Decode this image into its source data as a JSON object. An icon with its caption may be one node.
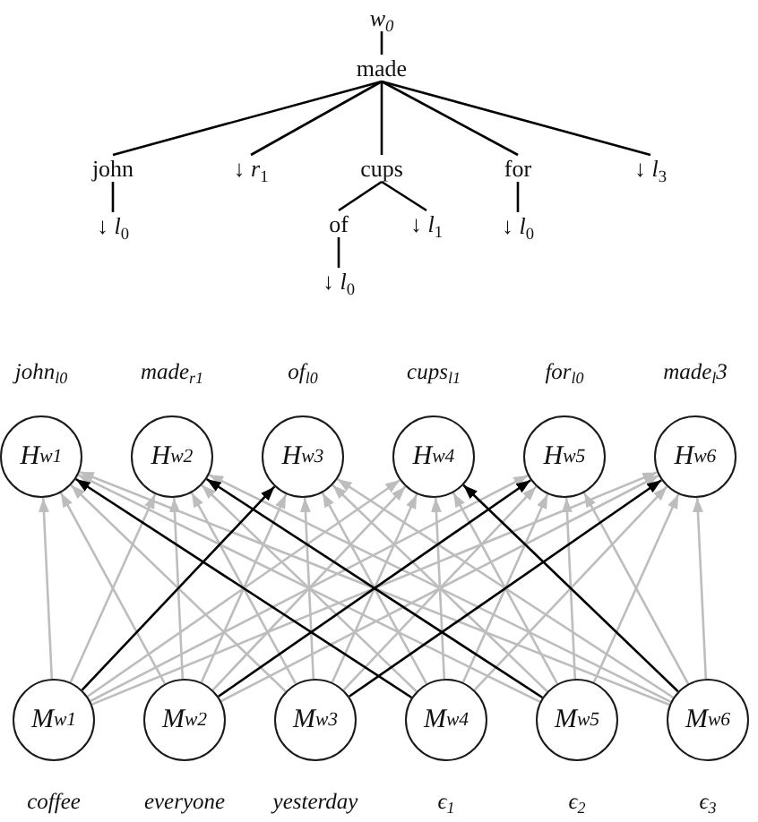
{
  "diagram": {
    "nodes": [
      {
        "text": [
          "w$_{0}$"
        ]
      },
      {
        "text": [
          "made"
        ]
      },
      {
        "text": [
          "john"
        ]
      },
      {
        "text": [
          "↓ *r*$_{1}$"
        ]
      },
      {
        "text": [
          "cups"
        ]
      },
      {
        "text": [
          "for"
        ]
      },
      {
        "text": [
          "↓ *l*$_{3}$"
        ]
      },
      {
        "text": [
          "↓ *l*$_{0}$"
        ]
      },
      {
        "text": [
          "of"
        ]
      },
      {
        "text": [
          "↓ *l*$_{1}$"
        ]
      },
      {
        "text": [
          "↓ *l*$_{0}$"
        ]
      },
      {
        "text": [
          "↓ *l*$_{0}$"
        ]
      },
      {
        "text": [
          "H$_{w1}$"
        ],
        "beside": [
          "john$_{l0}$"
        ]
      },
      {
        "text": [
          "H$_{w2}$"
        ],
        "beside": [
          "made$_{r1}$"
        ]
      },
      {
        "text": [
          "H$_{w3}$"
        ],
        "beside": [
          "of$_{l0}$"
        ]
      },
      {
        "text": [
          "H$_{w4}$"
        ],
        "beside": [
          "cups$_{l1}$"
        ]
      },
      {
        "text": [
          "H$_{w5}$"
        ],
        "beside": [
          "for$_{l0}$"
        ]
      },
      {
        "text": [
          "H$_{w6}$"
        ],
        "beside": [
          "made$_{l}$3"
        ]
      },
      {
        "text": [
          "M$_{w1}$"
        ],
        "beside": [
          "coffee"
        ]
      },
      {
        "text": [
          "M$_{w2}$"
        ],
        "beside": [
          "everyone"
        ]
      },
      {
        "text": [
          "M$_{w3}$"
        ],
        "beside": [
          "yesterday"
        ]
      },
      {
        "text": [
          "M$_{w4}$"
        ],
        "beside": [
          "ϵ$_{1}$"
        ]
      },
      {
        "text": [
          "M$_{w5}$"
        ],
        "beside": [
          "ϵ$_{2}$"
        ]
      },
      {
        "text": [
          "M$_{w6}$"
        ],
        "beside": [
          "ϵ$_{3}$"
        ]
      }
    ],
    "edges": [
      {
        "from": 0,
        "to": 1,
        "arrow": "none",
        "color": "#000000"
      },
      {
        "from": 1,
        "to": 2,
        "arrow": "none",
        "color": "#000000"
      },
      {
        "from": 1,
        "to": 3,
        "arrow": "none",
        "color": "#000000"
      },
      {
        "from": 1,
        "to": 4,
        "arrow": "none",
        "color": "#000000"
      },
      {
        "from": 1,
        "to": 5,
        "arrow": "none",
        "color": "#000000"
      },
      {
        "from": 1,
        "to": 6,
        "arrow": "none",
        "color": "#000000"
      },
      {
        "from": 2,
        "to": 7,
        "arrow": "none",
        "color": "#000000"
      },
      {
        "from": 4,
        "to": 8,
        "arrow": "none",
        "color": "#000000"
      },
      {
        "from": 4,
        "to": 9,
        "arrow": "none",
        "color": "#000000"
      },
      {
        "from": 5,
        "to": 10,
        "arrow": "none",
        "color": "#000000"
      },
      {
        "from": 8,
        "to": 11,
        "arrow": "none",
        "color": "#000000"
      },
      {
        "from": 18,
        "to": 12,
        "arrow": "to"
      },
      {
        "from": 18,
        "to": 13,
        "arrow": "to"
      },
      {
        "from": 18,
        "to": 14,
        "arrow": "to",
        "color": "#000000"
      },
      {
        "from": 18,
        "to": 15,
        "arrow": "to"
      },
      {
        "from": 18,
        "to": 16,
        "arrow": "to"
      },
      {
        "from": 18,
        "to": 17,
        "arrow": "to"
      },
      {
        "from": 19,
        "to": 12,
        "arrow": "to"
      },
      {
        "from": 19,
        "to": 13,
        "arrow": "to"
      },
      {
        "from": 19,
        "to": 14,
        "arrow": "to"
      },
      {
        "from": 19,
        "to": 15,
        "arrow": "to"
      },
      {
        "from": 19,
        "to": 16,
        "arrow": "to",
        "color": "#000000"
      },
      {
        "from": 19,
        "to": 17,
        "arrow": "to"
      },
      {
        "from": 20,
        "to": 12,
        "arrow": "to"
      },
      {
        "from": 20,
        "to": 13,
        "arrow": "to"
      },
      {
        "from": 20,
        "to": 14,
        "arrow": "to"
      },
      {
        "from": 20,
        "to": 15,
        "arrow": "to"
      },
      {
        "from": 20,
        "to": 16,
        "arrow": "to"
      },
      {
        "from": 20,
        "to": 17,
        "arrow": "to",
        "color": "#000000"
      },
      {
        "from": 21,
        "to": 12,
        "arrow": "to",
        "color": "#000000"
      },
      {
        "from": 21,
        "to": 13,
        "arrow": "to"
      },
      {
        "from": 21,
        "to": 14,
        "arrow": "to"
      },
      {
        "from": 21,
        "to": 15,
        "arrow": "to"
      },
      {
        "from": 21,
        "to": 16,
        "arrow": "to"
      },
      {
        "from": 21,
        "to": 17,
        "arrow": "to"
      },
      {
        "from": 22,
        "to": 12,
        "arrow": "to"
      },
      {
        "from": 22,
        "to": 13,
        "arrow": "to",
        "color": "#000000"
      },
      {
        "from": 22,
        "to": 14,
        "arrow": "to"
      },
      {
        "from": 22,
        "to": 15,
        "arrow": "to"
      },
      {
        "from": 22,
        "to": 16,
        "arrow": "to"
      },
      {
        "from": 22,
        "to": 17,
        "arrow": "to"
      },
      {
        "from": 23,
        "to": 12,
        "arrow": "to"
      },
      {
        "from": 23,
        "to": 13,
        "arrow": "to"
      },
      {
        "from": 23,
        "to": 14,
        "arrow": "to"
      },
      {
        "from": 23,
        "to": 15,
        "arrow": "to",
        "color": "#000000"
      },
      {
        "from": 23,
        "to": 16,
        "arrow": "to"
      },
      {
        "from": 23,
        "to": 17,
        "arrow": "to"
      }
    ]
  }
}
